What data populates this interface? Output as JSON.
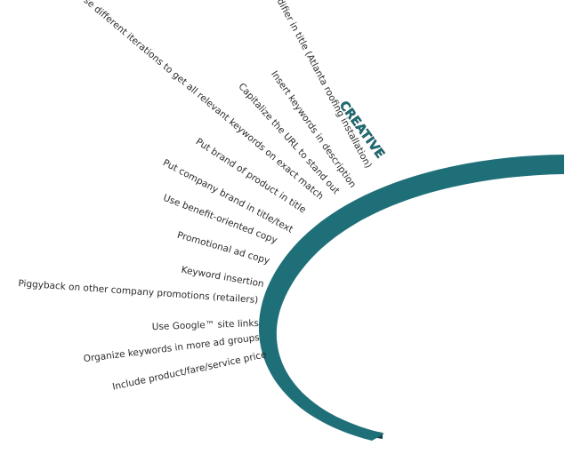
{
  "diagram": {
    "heading": "CREATIVE",
    "colors": {
      "arc_front": "#1f6f79",
      "arc_side": "#0f4047",
      "label_text": "#2b2b2b",
      "heading_fill": "#1e6f78"
    },
    "tips": [
      "Use local modifier in title (Atlanta roofing installation)",
      "Insert keywords in description",
      "Capitalize the URL to stand out",
      "Use different iterations to get all relevant keywords on exact match",
      "Put brand of product in title",
      "Put company brand in title/text",
      "Use benefit-oriented copy",
      "Promotional ad copy",
      "Keyword insertion",
      "Piggyback on other company promotions (retailers)",
      "Use Google™ site links",
      "Organize keywords in more ad groups",
      "Include product/fare/service price"
    ]
  }
}
